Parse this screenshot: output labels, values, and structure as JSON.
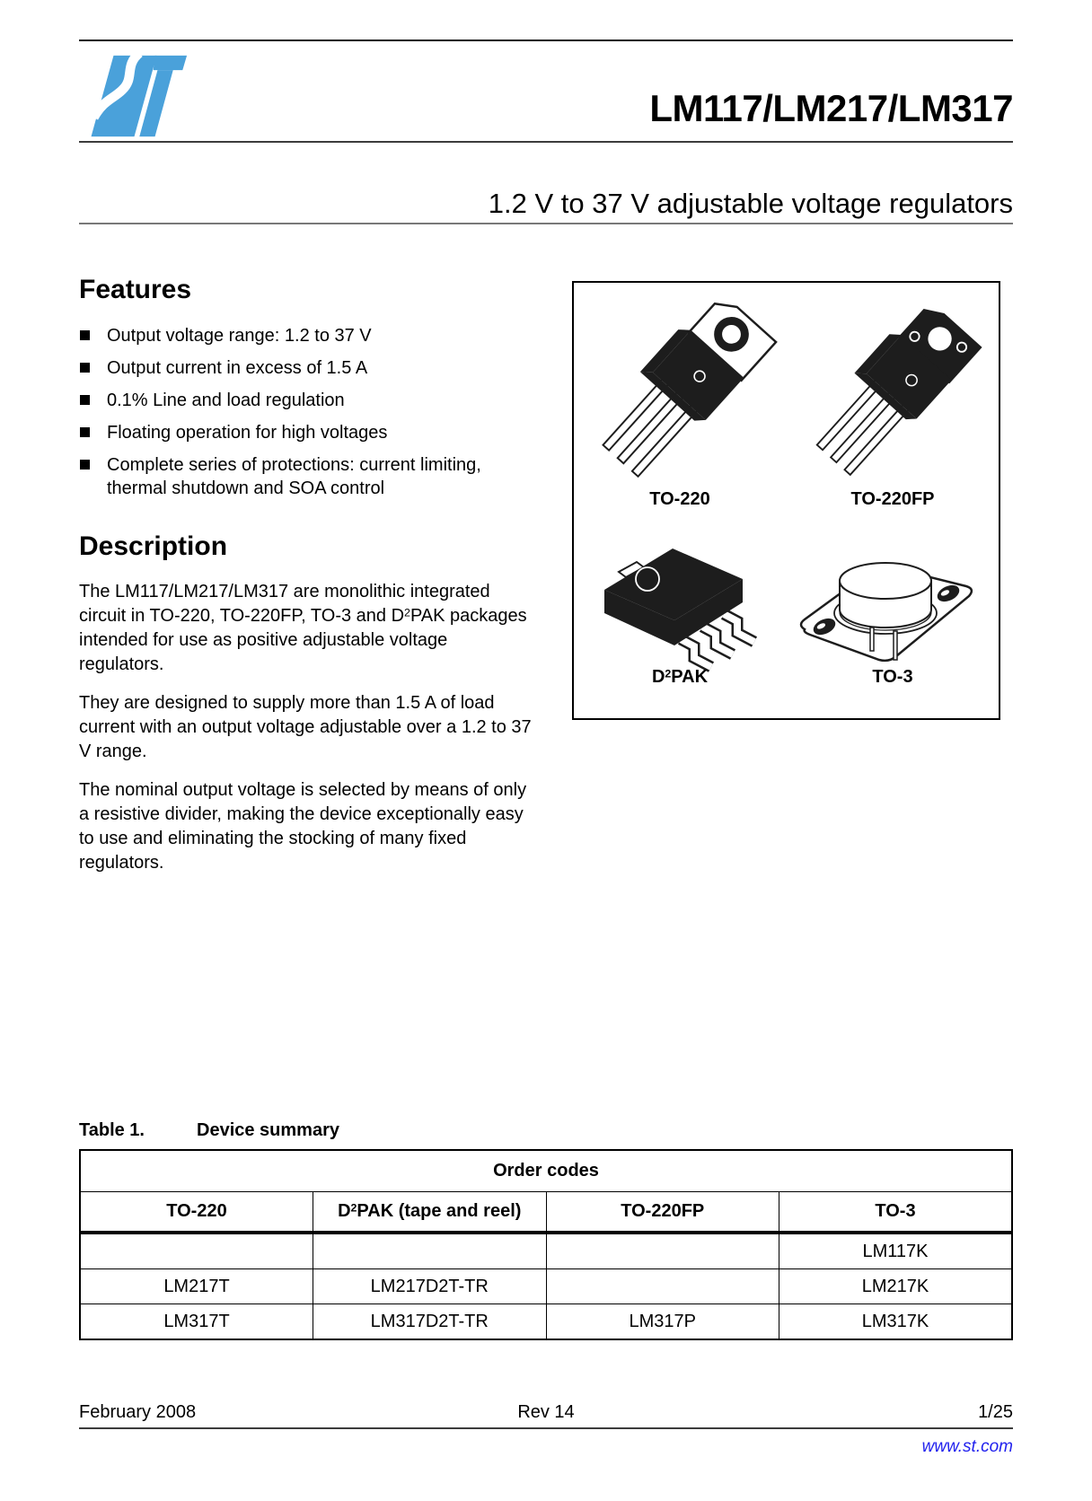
{
  "page": {
    "title": "LM117/LM217/LM317",
    "subtitle": "1.2 V to 37 V adjustable voltage regulators"
  },
  "features": {
    "heading": "Features",
    "items": [
      "Output voltage range: 1.2 to 37 V",
      "Output current in excess of 1.5 A",
      "0.1% Line and load regulation",
      "Floating operation for high voltages",
      "Complete series of protections: current limiting, thermal shutdown and SOA control"
    ]
  },
  "description": {
    "heading": "Description",
    "p1_pre": "The LM117/LM217/LM317 are monolithic integrated circuit in TO-220, TO-220FP, TO-3 and D",
    "p1_sup": "2",
    "p1_post": "PAK packages intended for use as positive adjustable voltage regulators.",
    "p2": "They are designed to supply more than 1.5 A of load current with an output voltage adjustable over a 1.2 to 37 V range.",
    "p3": "The nominal output voltage is selected by means of only a resistive divider, making the device exceptionally easy to use and eliminating the stocking of many fixed regulators."
  },
  "packages": {
    "to220": "TO-220",
    "to220fp": "TO-220FP",
    "d2pak_pre": "D",
    "d2pak_sup": "2",
    "d2pak_post": "PAK",
    "to3": "TO-3"
  },
  "table": {
    "caption_label": "Table 1.",
    "caption_title": "Device summary",
    "group_header": "Order codes",
    "col1": "TO-220",
    "col2_pre": "D",
    "col2_sup": "2",
    "col2_post": "PAK (tape and reel)",
    "col3": "TO-220FP",
    "col4": "TO-3",
    "rows": [
      [
        "",
        "",
        "",
        "LM117K"
      ],
      [
        "LM217T",
        "LM217D2T-TR",
        "",
        "LM217K"
      ],
      [
        "LM317T",
        "LM317D2T-TR",
        "LM317P",
        "LM317K"
      ]
    ]
  },
  "footer": {
    "date": "February 2008",
    "rev": "Rev 14",
    "page": "1/25",
    "url": "www.st.com"
  },
  "colors": {
    "logo_blue": "#4AA1DA",
    "link_blue": "#2222EE"
  }
}
